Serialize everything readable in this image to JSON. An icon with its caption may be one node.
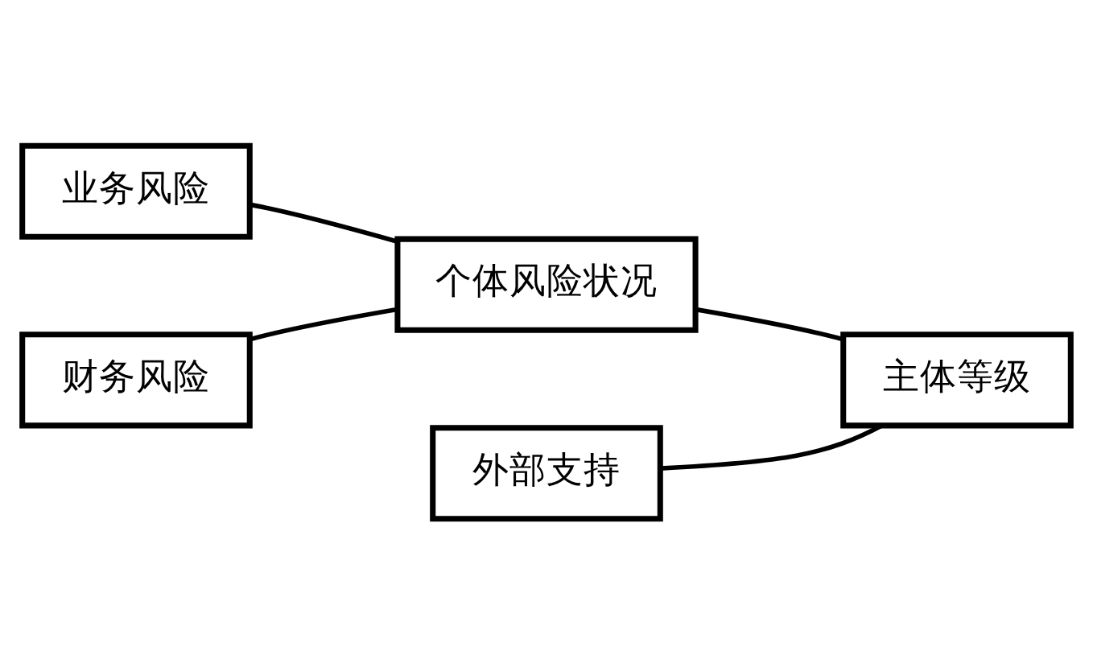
{
  "diagram": {
    "nodes": [
      {
        "text": [
          "业务风险"
        ]
      },
      {
        "text": [
          "财务风险"
        ]
      },
      {
        "text": [
          "个体风险状况"
        ]
      },
      {
        "text": [
          "外部支持"
        ]
      },
      {
        "text": [
          "主体等级"
        ]
      }
    ],
    "edges": [
      {
        "from": 0,
        "to": 2,
        "arrow": "none"
      },
      {
        "from": 1,
        "to": 2,
        "arrow": "none"
      },
      {
        "from": 2,
        "to": 4,
        "arrow": "none"
      },
      {
        "from": 3,
        "to": 4,
        "arrow": "none"
      }
    ]
  }
}
